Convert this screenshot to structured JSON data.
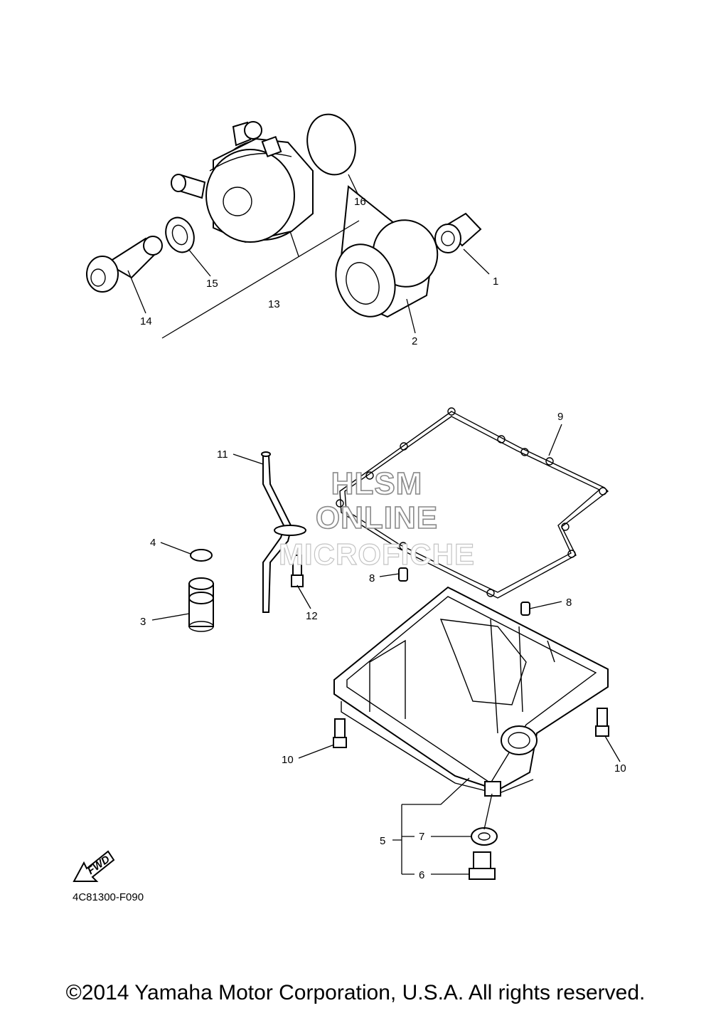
{
  "watermark": {
    "line1": "HLSM",
    "line2": "ONLINE",
    "line3": "MICROFICHE"
  },
  "fwd_arrow": {
    "label": "FWD"
  },
  "diagram_code": "4C81300-F090",
  "copyright": "©2014 Yamaha Motor Corporation, U.S.A. All rights reserved.",
  "callouts": {
    "c1": "1",
    "c2": "2",
    "c3": "3",
    "c4": "4",
    "c5": "5",
    "c6": "6",
    "c7": "7",
    "c8a": "8",
    "c8b": "8",
    "c9": "9",
    "c10a": "10",
    "c10b": "10",
    "c11": "11",
    "c12": "12",
    "c13": "13",
    "c14": "14",
    "c15": "15",
    "c16": "16"
  }
}
